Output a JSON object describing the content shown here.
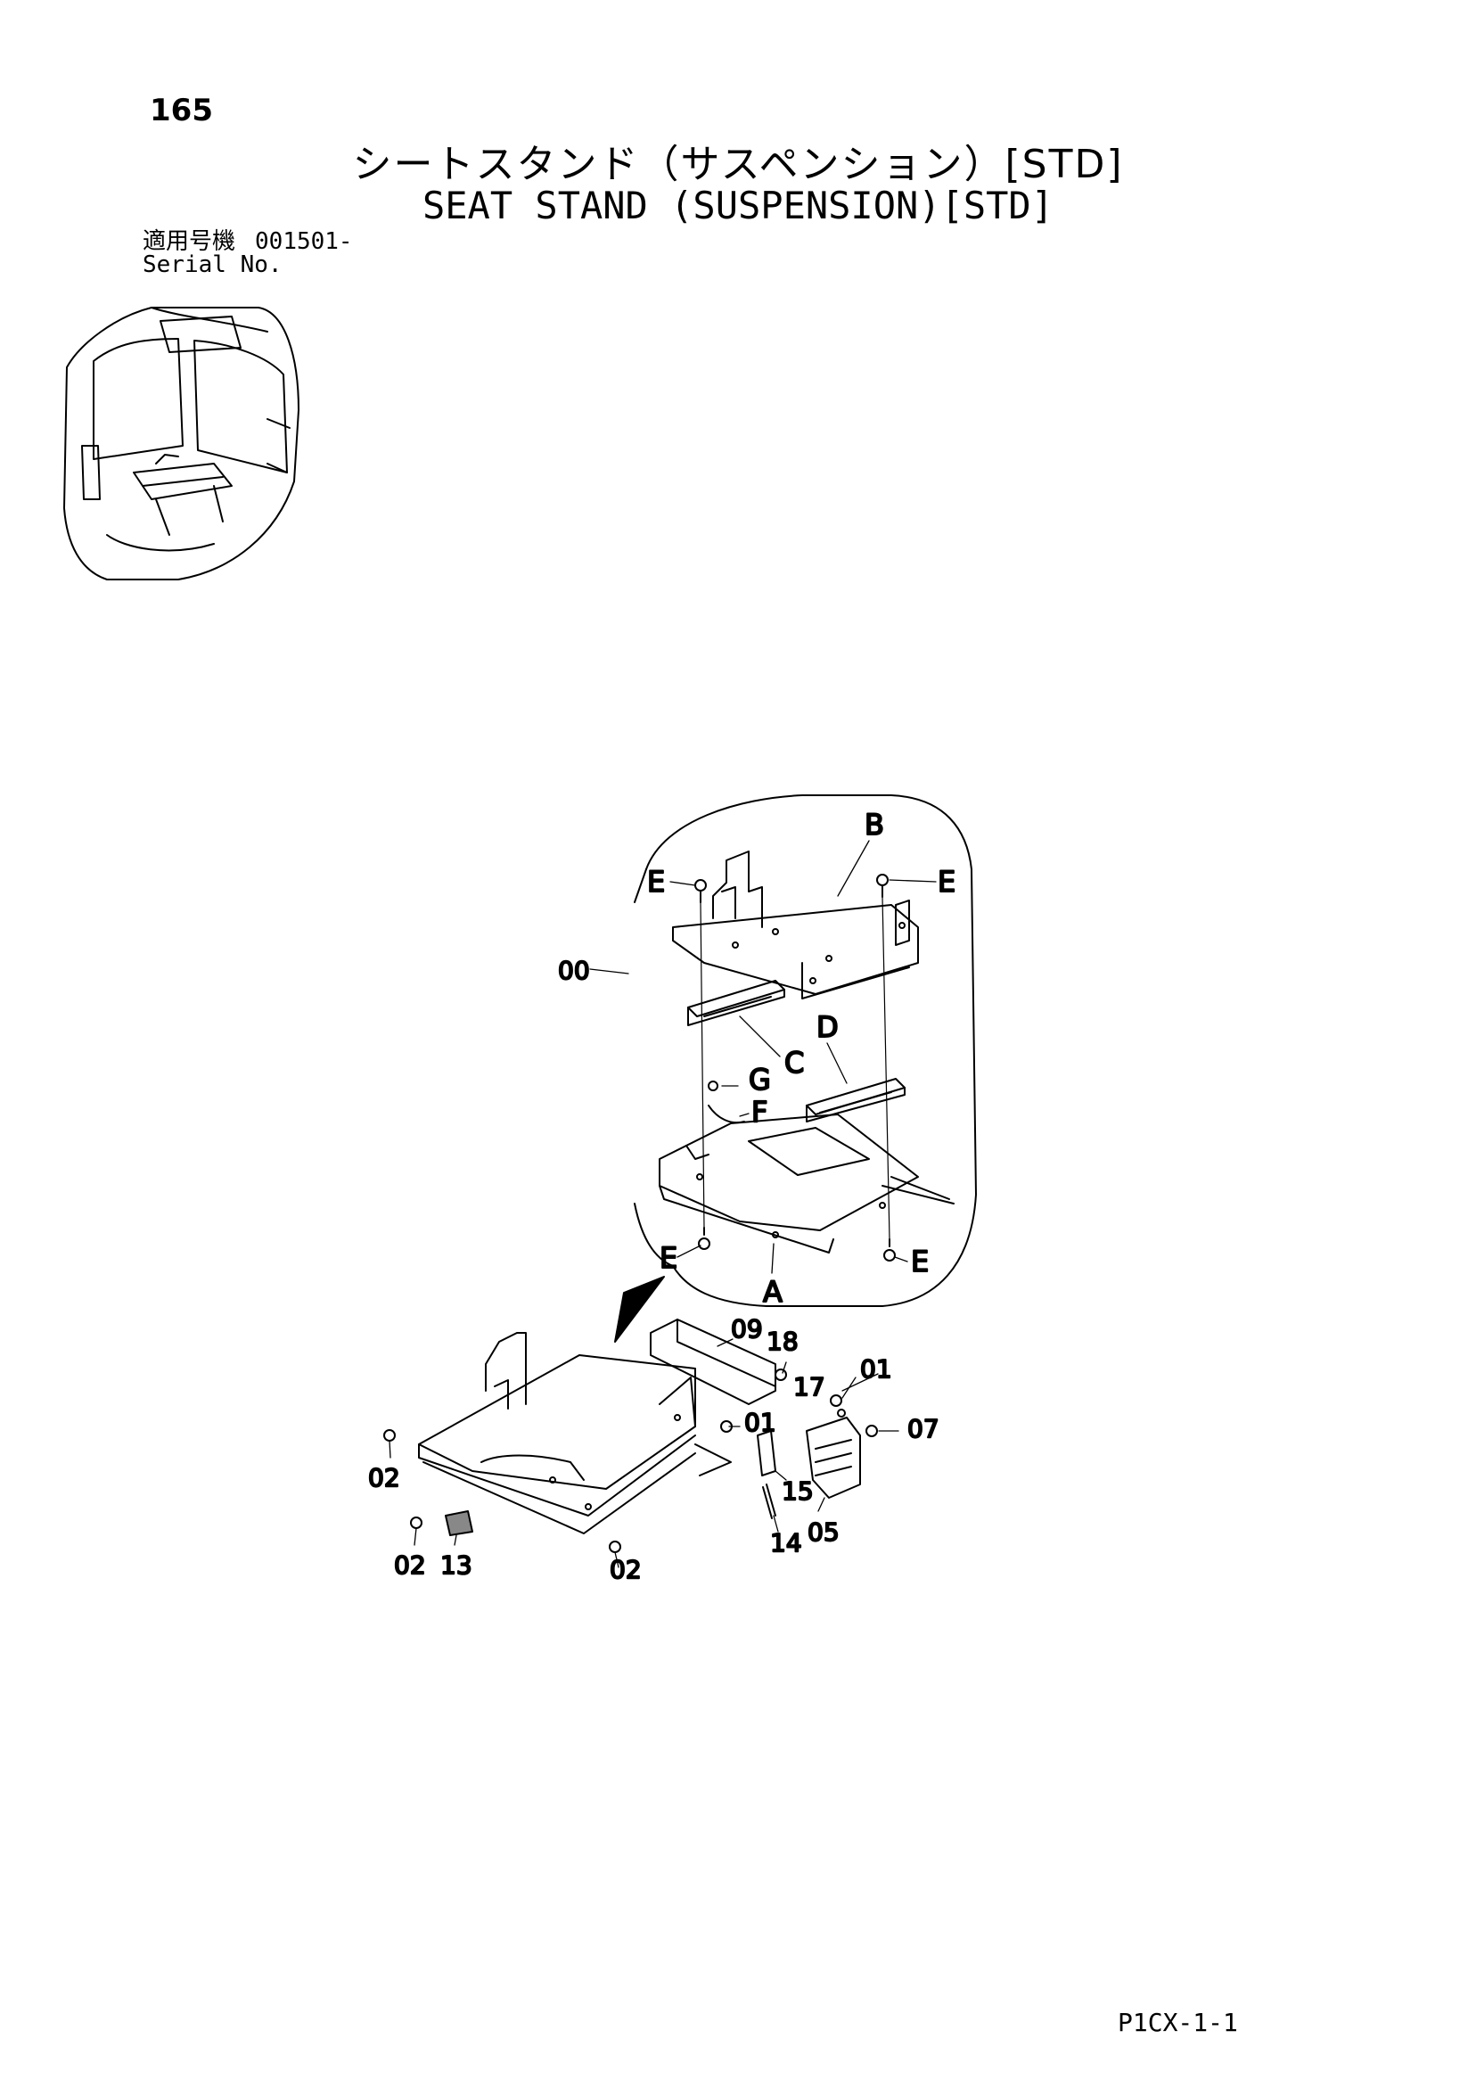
{
  "page_number": "165",
  "title_jp": "シートスタンド（サスペンション）[STD]",
  "title_en": "SEAT STAND (SUSPENSION)[STD]",
  "serial": {
    "label_jp": "適用号機",
    "value": "001501-",
    "label_en": "Serial No."
  },
  "callouts": {
    "assembly": "00",
    "parts": [
      "01",
      "01",
      "02",
      "02",
      "02",
      "05",
      "07",
      "09",
      "13",
      "14",
      "15",
      "17",
      "18"
    ],
    "detail_letters": [
      "A",
      "B",
      "C",
      "D",
      "E",
      "E",
      "E",
      "E",
      "F",
      "G"
    ]
  },
  "footer_code": "P1CX-1-1"
}
